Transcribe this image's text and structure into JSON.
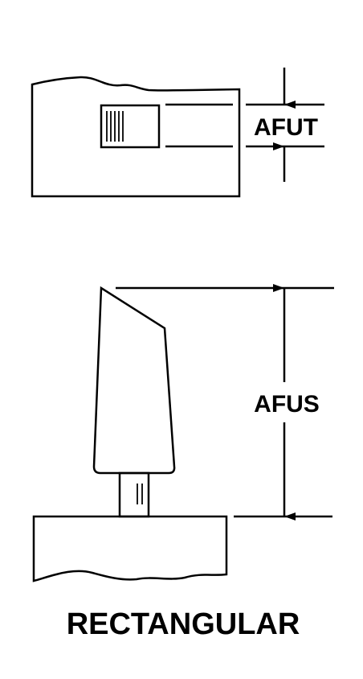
{
  "diagram": {
    "labels": {
      "thickness": "AFUT",
      "height": "AFUS",
      "shape": "RECTANGULAR"
    },
    "colors": {
      "stroke": "#000000",
      "background": "#ffffff"
    }
  }
}
